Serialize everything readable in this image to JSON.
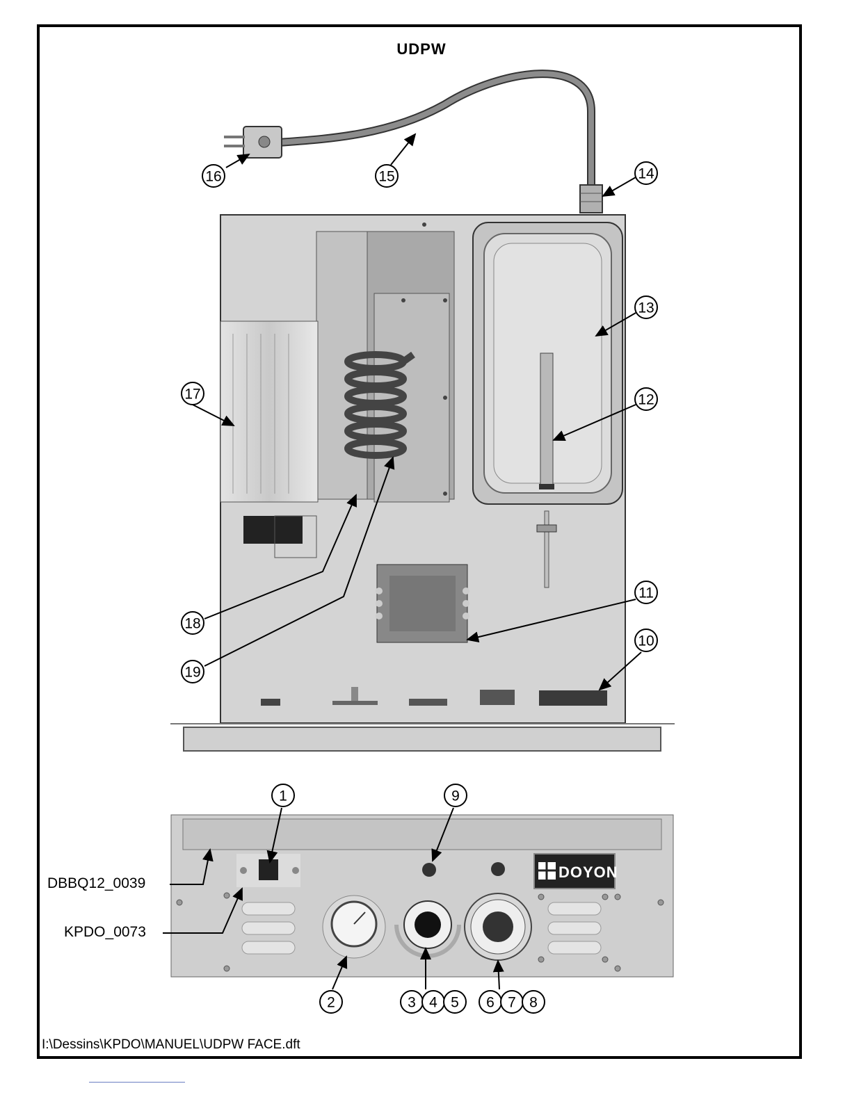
{
  "title": "UDPW",
  "file_path": "I:\\Dessins\\KPDO\\MANUEL\\UDPW FACE.dft",
  "brand_logo": "DOYON",
  "part_labels": {
    "bezel": "DBBQ12_0039",
    "switch_bracket": "KPDO_0073"
  },
  "callouts": [
    "1",
    "2",
    "3",
    "4",
    "5",
    "6",
    "7",
    "8",
    "9",
    "10",
    "11",
    "12",
    "13",
    "14",
    "15",
    "16",
    "17",
    "18",
    "19"
  ],
  "colors": {
    "panel": "#d3d3d3",
    "panel_dark": "#a9a9a9",
    "coil": "#555555",
    "outline": "#000000"
  }
}
